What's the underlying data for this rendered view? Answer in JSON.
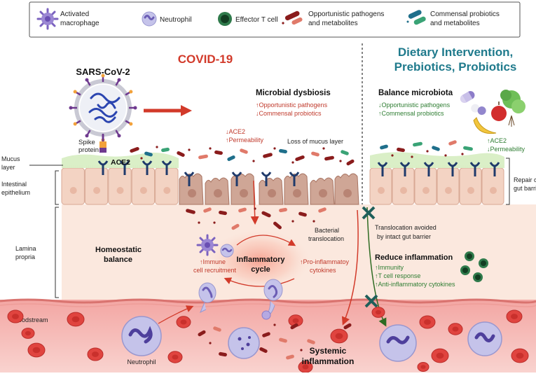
{
  "legend": {
    "items": [
      {
        "label_1": "Activated",
        "label_2": "macrophage"
      },
      {
        "label_1": "Neutrophil",
        "label_2": ""
      },
      {
        "label_1": "Effector T cell",
        "label_2": ""
      },
      {
        "label_1": "Opportunistic pathogens",
        "label_2": "and metabolites"
      },
      {
        "label_1": "Commensal probiotics",
        "label_2": "and metabolites"
      }
    ]
  },
  "titles": {
    "covid": "COVID-19",
    "diet_1": "Dietary Intervention,",
    "diet_2": "Prebiotics, Probiotics"
  },
  "virus": {
    "name": "SARS-CoV-2",
    "spike_1": "Spike",
    "spike_2": "protein",
    "receptor": "ACE2"
  },
  "layers": {
    "mucus_1": "Mucus",
    "mucus_2": "layer",
    "epi_1": "Intestinal",
    "epi_2": "epithelium",
    "lamina_1": "Lamina",
    "lamina_2": "propria",
    "blood": "Bloodstream"
  },
  "dysbiosis": {
    "title": "Microbial dysbiosis",
    "line1": "↑Opportunistic pathogens",
    "line2": "↓Commensal probiotics",
    "ace2_down": "↓ACE2",
    "perm_up": "↑Permeability",
    "mucus_loss": "Loss of mucus layer"
  },
  "balance": {
    "title": "Balance microbiota",
    "line1": "↓Opportunistic pathogens",
    "line2": "↑Commensal probiotics",
    "ace2_up": "↑ACE2",
    "perm_down": "↓Permeability",
    "repair_1": "Repair of",
    "repair_2": "gut barrier"
  },
  "lamina": {
    "homeo_1": "Homeostatic",
    "homeo_2": "balance",
    "bact_1": "Bacterial",
    "bact_2": "translocation",
    "immune_1": "↑Immune",
    "immune_2": "cell recruitment",
    "cycle_1": "Inflammatory",
    "cycle_2": "cycle",
    "pro_1": "↑Pro-inflammatoy",
    "pro_2": "cytokines",
    "trans_1": "Translocation avoided",
    "trans_2": "by intact gut barrier"
  },
  "reduce": {
    "title": "Reduce inflammation",
    "line1": "↑Immunity",
    "line2": "↑T cell response",
    "line3": "↑Anti-inflammatory cytokines"
  },
  "blood": {
    "neutrophil": "Neutrophil",
    "systemic_1": "Systemic",
    "systemic_2": "inflammation"
  },
  "colors": {
    "covid_red": "#d23a2a",
    "diet_teal": "#1f7a8c",
    "increase_red": "#c0392b",
    "improve_green": "#2e7d32",
    "mucus": "#d6ecbf",
    "epithelium": "#f3d3c3",
    "lamina": "#fbe6dc",
    "vessel": "#f4b7b3"
  },
  "icons": [
    "macrophage-icon",
    "neutrophil-icon",
    "t-cell-icon",
    "pathogen-icon",
    "probiotic-icon",
    "virus-icon",
    "ace2-receptor-icon",
    "rbc-icon",
    "cross-mark-icon",
    "arrow-icon",
    "fruit-vegetable-icon",
    "capsule-icon"
  ]
}
